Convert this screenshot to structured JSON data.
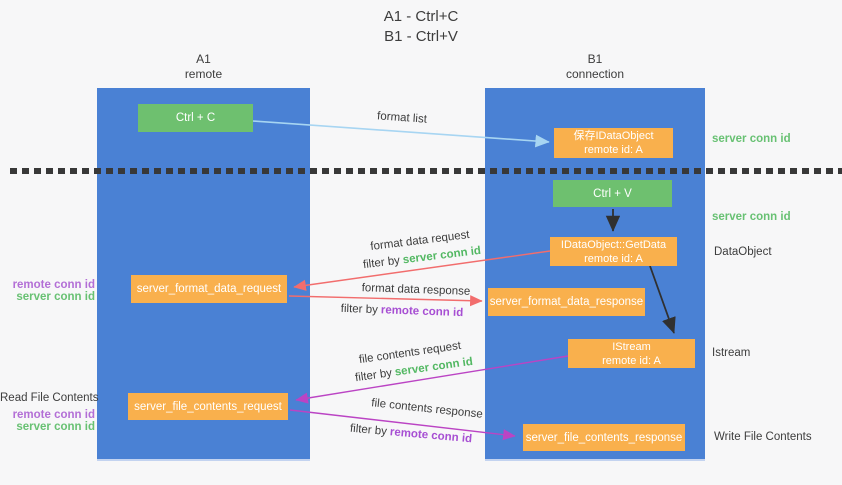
{
  "title": {
    "line1": "A1 - Ctrl+C",
    "line2": "B1 - Ctrl+V"
  },
  "lifelines": {
    "a1": {
      "name": "A1",
      "sub": "remote"
    },
    "b1": {
      "name": "B1",
      "sub": "connection"
    }
  },
  "boxes": {
    "ctrl_c": "Ctrl + C",
    "ctrl_v": "Ctrl + V",
    "save_idataobject": {
      "line1": "保存IDataObject",
      "line2": "remote id: A"
    },
    "getdata": {
      "line1": "IDataObject::GetData",
      "line2": "remote id: A"
    },
    "istream": {
      "line1": "IStream",
      "line2": "remote id: A"
    },
    "format_request": "server_format_data_request",
    "format_response": "server_format_data_response",
    "file_request": "server_file_contents_request",
    "file_response": "server_file_contents_response"
  },
  "arrow_labels": {
    "format_list": "format list",
    "format_data_request": "format data request",
    "format_data_response": "format data response",
    "file_contents_request": "file contents request",
    "file_contents_response": "file contents response",
    "filter_by": "filter by",
    "server_conn_id": "server conn id",
    "remote_conn_id": "remote conn id"
  },
  "side_labels": {
    "server_conn_id": "server conn id",
    "remote_conn_id": "remote conn id",
    "dataobject": "DataObject",
    "istream": "Istream",
    "read_file_contents": "Read File Contents",
    "write_file_contents": "Write File Contents"
  },
  "colors": {
    "lifeline_blue": "#4a81d4",
    "box_orange": "#f9b04d",
    "box_green": "#6ec06f",
    "arrow_light_blue": "#a7d5f2",
    "arrow_red": "#f26d6d",
    "arrow_magenta": "#bb44c4",
    "arrow_black": "#303030",
    "text_green": "#53b863",
    "text_purple": "#a74fd3",
    "background": "#f7f7f8"
  }
}
